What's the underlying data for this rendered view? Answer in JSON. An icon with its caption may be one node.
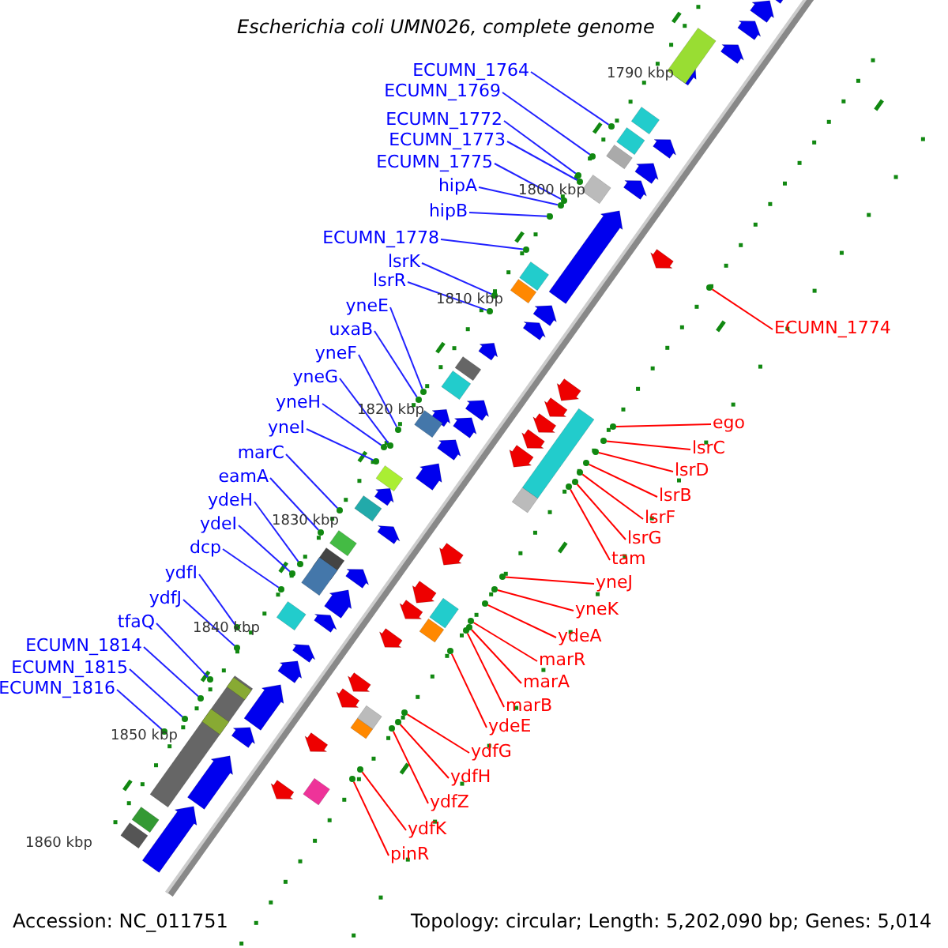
{
  "diagram": {
    "title": "Escherichia coli UMN026, complete genome",
    "nodes": [
      {
        "text": [
          "ECUMN_1764"
        ]
      },
      {
        "text": [
          "ECUMN_1769"
        ]
      },
      {
        "text": [
          "ECUMN_1772"
        ]
      },
      {
        "text": [
          "ECUMN_1773"
        ]
      },
      {
        "text": [
          "ECUMN_1775"
        ]
      },
      {
        "text": [
          "hipA"
        ]
      },
      {
        "text": [
          "hipB"
        ]
      },
      {
        "text": [
          "ECUMN_1778"
        ]
      },
      {
        "text": [
          "lsrK"
        ]
      },
      {
        "text": [
          "lsrR"
        ]
      },
      {
        "text": [
          "yneE"
        ]
      },
      {
        "text": [
          "uxaB"
        ]
      },
      {
        "text": [
          "yneF"
        ]
      },
      {
        "text": [
          "yneG"
        ]
      },
      {
        "text": [
          "yneH"
        ]
      },
      {
        "text": [
          "yneI"
        ]
      },
      {
        "text": [
          "marC"
        ]
      },
      {
        "text": [
          "eamA"
        ]
      },
      {
        "text": [
          "ydeH"
        ]
      },
      {
        "text": [
          "ydeI"
        ]
      },
      {
        "text": [
          "dcp"
        ]
      },
      {
        "text": [
          "ydfI"
        ]
      },
      {
        "text": [
          "ydfJ"
        ]
      },
      {
        "text": [
          "tfaQ"
        ]
      },
      {
        "text": [
          "ECUMN_1814"
        ]
      },
      {
        "text": [
          "ECUMN_1815"
        ]
      },
      {
        "text": [
          "ECUMN_1816"
        ]
      },
      {
        "text": [
          "ECUMN_1774"
        ]
      },
      {
        "text": [
          "ego"
        ]
      },
      {
        "text": [
          "lsrC"
        ]
      },
      {
        "text": [
          "lsrD"
        ]
      },
      {
        "text": [
          "lsrB"
        ]
      },
      {
        "text": [
          "lsrF"
        ]
      },
      {
        "text": [
          "lsrG"
        ]
      },
      {
        "text": [
          "tam"
        ]
      },
      {
        "text": [
          "yneJ"
        ]
      },
      {
        "text": [
          "yneK"
        ]
      },
      {
        "text": [
          "ydeA"
        ]
      },
      {
        "text": [
          "marR"
        ]
      },
      {
        "text": [
          "marA"
        ]
      },
      {
        "text": [
          "marB"
        ]
      },
      {
        "text": [
          "ydeE"
        ]
      },
      {
        "text": [
          "ydfG"
        ]
      },
      {
        "text": [
          "ydfH"
        ]
      },
      {
        "text": [
          "ydfZ"
        ]
      },
      {
        "text": [
          "ydfK"
        ]
      },
      {
        "text": [
          "pinR"
        ]
      },
      {
        "text": [],
        "shape": "circle"
      },
      {
        "text": [],
        "shape": "circle"
      },
      {
        "text": [],
        "shape": "circle"
      },
      {
        "text": [],
        "shape": "circle"
      },
      {
        "text": [],
        "shape": "circle"
      },
      {
        "text": [],
        "shape": "circle"
      },
      {
        "text": [],
        "shape": "circle"
      },
      {
        "text": [],
        "shape": "circle"
      },
      {
        "text": [],
        "shape": "circle"
      },
      {
        "text": [],
        "shape": "circle"
      },
      {
        "text": [],
        "shape": "circle"
      },
      {
        "text": [],
        "shape": "circle"
      },
      {
        "text": [],
        "shape": "circle"
      },
      {
        "text": [],
        "shape": "circle"
      },
      {
        "text": [],
        "shape": "circle"
      },
      {
        "text": [],
        "shape": "circle"
      },
      {
        "text": [],
        "shape": "circle"
      },
      {
        "text": [],
        "shape": "circle"
      },
      {
        "text": [],
        "shape": "circle"
      },
      {
        "text": [],
        "shape": "circle"
      },
      {
        "text": [],
        "shape": "circle"
      },
      {
        "text": [],
        "shape": "circle"
      },
      {
        "text": [],
        "shape": "circle"
      },
      {
        "text": [],
        "shape": "circle"
      },
      {
        "text": [],
        "shape": "circle"
      },
      {
        "text": [],
        "shape": "circle"
      },
      {
        "text": [],
        "shape": "circle"
      },
      {
        "text": [],
        "shape": "circle"
      },
      {
        "text": [],
        "shape": "circle"
      },
      {
        "text": [],
        "shape": "circle"
      },
      {
        "text": [],
        "shape": "circle"
      },
      {
        "text": [],
        "shape": "circle"
      },
      {
        "text": [],
        "shape": "circle"
      },
      {
        "text": [],
        "shape": "circle"
      },
      {
        "text": [],
        "shape": "circle"
      },
      {
        "text": [],
        "shape": "circle"
      },
      {
        "text": [],
        "shape": "circle"
      },
      {
        "text": [],
        "shape": "circle"
      },
      {
        "text": [],
        "shape": "circle"
      },
      {
        "text": [],
        "shape": "circle"
      },
      {
        "text": [],
        "shape": "circle"
      },
      {
        "text": [],
        "shape": "circle"
      },
      {
        "text": [],
        "shape": "circle"
      },
      {
        "text": [],
        "shape": "circle"
      },
      {
        "text": [],
        "shape": "circle"
      },
      {
        "text": [],
        "shape": "circle"
      },
      {
        "text": [],
        "shape": "circle"
      }
    ],
    "edges": [
      {
        "from": 0,
        "to": 47,
        "arrow": "none"
      },
      {
        "from": 1,
        "to": 48,
        "arrow": "none"
      },
      {
        "from": 2,
        "to": 49,
        "arrow": "none"
      },
      {
        "from": 3,
        "to": 50,
        "arrow": "none"
      },
      {
        "from": 4,
        "to": 51,
        "arrow": "none"
      },
      {
        "from": 5,
        "to": 52,
        "arrow": "none"
      },
      {
        "from": 6,
        "to": 53,
        "arrow": "none"
      },
      {
        "from": 7,
        "to": 54,
        "arrow": "none"
      },
      {
        "from": 8,
        "to": 55,
        "arrow": "none"
      },
      {
        "from": 9,
        "to": 56,
        "arrow": "none"
      },
      {
        "from": 10,
        "to": 57,
        "arrow": "none"
      },
      {
        "from": 11,
        "to": 58,
        "arrow": "none"
      },
      {
        "from": 12,
        "to": 59,
        "arrow": "none"
      },
      {
        "from": 13,
        "to": 60,
        "arrow": "none"
      },
      {
        "from": 14,
        "to": 61,
        "arrow": "none"
      },
      {
        "from": 15,
        "to": 62,
        "arrow": "none"
      },
      {
        "from": 16,
        "to": 63,
        "arrow": "none"
      },
      {
        "from": 17,
        "to": 64,
        "arrow": "none"
      },
      {
        "from": 18,
        "to": 65,
        "arrow": "none"
      },
      {
        "from": 19,
        "to": 66,
        "arrow": "none"
      },
      {
        "from": 20,
        "to": 67,
        "arrow": "none"
      },
      {
        "from": 21,
        "to": 68,
        "arrow": "none"
      },
      {
        "from": 22,
        "to": 69,
        "arrow": "none"
      },
      {
        "from": 23,
        "to": 70,
        "arrow": "none"
      },
      {
        "from": 24,
        "to": 71,
        "arrow": "none"
      },
      {
        "from": 25,
        "to": 72,
        "arrow": "none"
      },
      {
        "from": 26,
        "to": 73,
        "arrow": "none"
      },
      {
        "from": 27,
        "to": 74,
        "arrow": "none",
        "color": "#ff0000"
      },
      {
        "from": 28,
        "to": 75,
        "arrow": "none",
        "color": "#ff0000"
      },
      {
        "from": 29,
        "to": 76,
        "arrow": "none",
        "color": "#ff0000"
      },
      {
        "from": 30,
        "to": 77,
        "arrow": "none",
        "color": "#ff0000"
      },
      {
        "from": 31,
        "to": 78,
        "arrow": "none",
        "color": "#ff0000"
      },
      {
        "from": 32,
        "to": 79,
        "arrow": "none",
        "color": "#ff0000"
      },
      {
        "from": 33,
        "to": 80,
        "arrow": "none",
        "color": "#ff0000"
      },
      {
        "from": 34,
        "to": 81,
        "arrow": "none",
        "color": "#ff0000"
      },
      {
        "from": 35,
        "to": 82,
        "arrow": "none",
        "color": "#ff0000"
      },
      {
        "from": 36,
        "to": 83,
        "arrow": "none",
        "color": "#ff0000"
      },
      {
        "from": 37,
        "to": 84,
        "arrow": "none",
        "color": "#ff0000"
      },
      {
        "from": 38,
        "to": 85,
        "arrow": "none",
        "color": "#ff0000"
      },
      {
        "from": 39,
        "to": 86,
        "arrow": "none",
        "color": "#ff0000"
      },
      {
        "from": 40,
        "to": 87,
        "arrow": "none",
        "color": "#ff0000"
      },
      {
        "from": 41,
        "to": 88,
        "arrow": "none",
        "color": "#ff0000"
      },
      {
        "from": 42,
        "to": 89,
        "arrow": "none",
        "color": "#ff0000"
      },
      {
        "from": 43,
        "to": 90,
        "arrow": "none",
        "color": "#ff0000"
      },
      {
        "from": 44,
        "to": 91,
        "arrow": "none",
        "color": "#ff0000"
      },
      {
        "from": 45,
        "to": 92,
        "arrow": "none",
        "color": "#ff0000"
      },
      {
        "from": 46,
        "to": 93,
        "arrow": "none",
        "color": "#ff0000"
      }
    ],
    "labels": [
      "1790 kbp",
      "1800 kbp",
      "1810 kbp",
      "1820 kbp",
      "1830 kbp",
      "1840 kbp",
      "1850 kbp",
      "1860 kbp",
      "Accession: NC_011751",
      "Topology: circular; Length: 5,202,090 bp; Genes: 5,014"
    ]
  }
}
